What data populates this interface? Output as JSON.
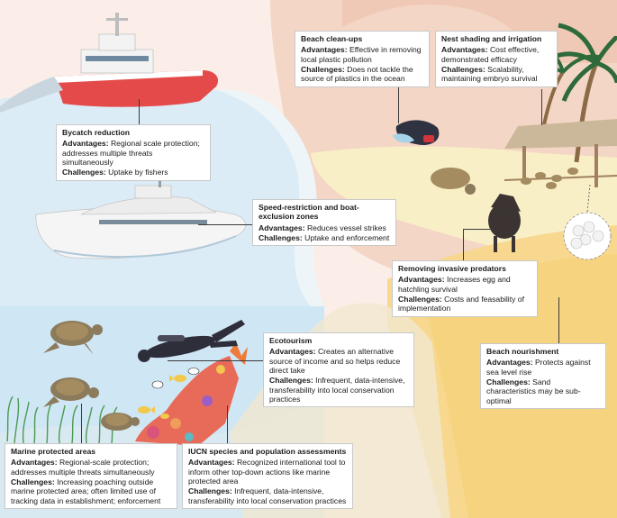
{
  "colors": {
    "sky": "#fbeee8",
    "sea": "#dcecf6",
    "deep_sea": "#bcdcf0",
    "sand": "#f9eec2",
    "dune": "#f3d3c3",
    "hull_red": "#e44a4a",
    "turtle": "#8c7a5c"
  },
  "boxes": {
    "bycatch": {
      "title": "Bycatch reduction",
      "adv_label": "Advantages:",
      "adv_text": "Regional scale protection; addresses multiple threats simultaneously",
      "chal_label": "Challenges:",
      "chal_text": "Uptake by fishers"
    },
    "beach_cleanups": {
      "title": "Beach clean-ups",
      "adv_label": "Advantages:",
      "adv_text": "Effective in removing local plastic pollution",
      "chal_label": "Challenges:",
      "chal_text": "Does not tackle the source of plastics in the ocean"
    },
    "nest_shading": {
      "title": "Nest shading and irrigation",
      "adv_label": "Advantages:",
      "adv_text": "Cost effective, demonstrated efficacy",
      "chal_label": "Challenges:",
      "chal_text": "Scalability, maintaining embryo survival"
    },
    "speed_restriction": {
      "title": "Speed-restriction and boat-exclusion zones",
      "adv_label": "Advantages:",
      "adv_text": "Reduces vessel strikes",
      "chal_label": "Challenges:",
      "chal_text": "Uptake and enforcement"
    },
    "invasive_predators": {
      "title": "Removing invasive predators",
      "adv_label": "Advantages:",
      "adv_text": "Increases egg and hatchling survival",
      "chal_label": "Challenges:",
      "chal_text": "Costs and feasability of implementation"
    },
    "ecotourism": {
      "title": "Ecotourism",
      "adv_label": "Advantages:",
      "adv_text": "Creates an alternative source of income and so helps reduce direct take",
      "chal_label": "Challenges:",
      "chal_text": "Infrequent, data-intensive, transferability into local conservation practices"
    },
    "beach_nourishment": {
      "title": "Beach nourishment",
      "adv_label": "Advantages:",
      "adv_text": "Protects against sea level rise",
      "chal_label": "Challenges:",
      "chal_text": "Sand characteristics may be sub-optimal"
    },
    "marine_protected": {
      "title": "Marine protected areas",
      "adv_label": "Advantages:",
      "adv_text": "Regional-scale protection; addresses multiple threats simultaneously",
      "chal_label": "Challenges:",
      "chal_text": "Increasing poaching outside marine protected area; often limited use of tracking data in establishment; enforcement"
    },
    "iucn": {
      "title": "IUCN species and population assessments",
      "adv_label": "Advantages:",
      "adv_text": "Recognized international tool to inform other top-down actions like marine protected area",
      "chal_label": "Challenges:",
      "chal_text": "Infrequent, data-intensive, transferability into local conservation practices"
    }
  }
}
